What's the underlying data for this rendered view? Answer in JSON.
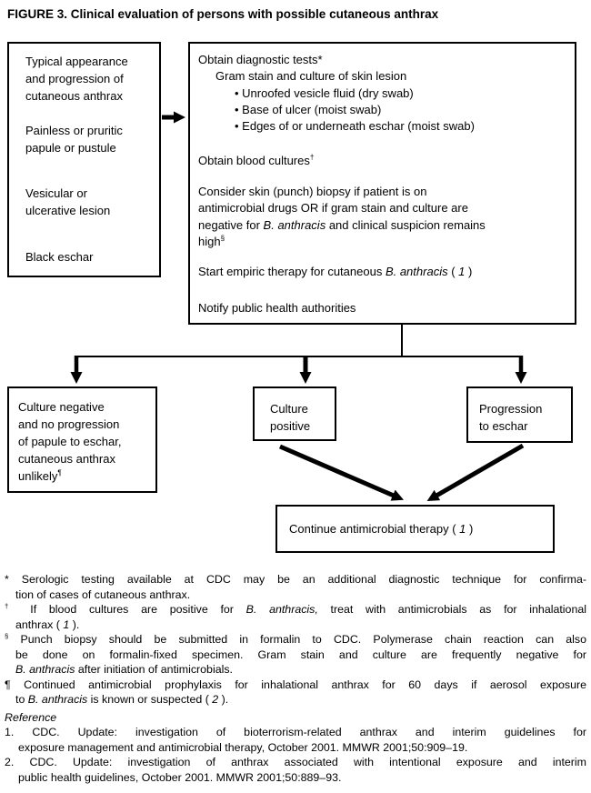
{
  "title": "FIGURE 3. Clinical evaluation of persons with possible cutaneous anthrax",
  "flowchart": {
    "symptom_box": {
      "progression": [
        "Typical appearance",
        "and progression of",
        "cutaneous anthrax"
      ],
      "papule": [
        "Painless or pruritic",
        "papule or pustule"
      ],
      "vesicular": [
        "Vesicular or",
        "ulcerative lesion"
      ],
      "eschar": "Black eschar"
    },
    "action_box": {
      "diagnostic_heading": "Obtain diagnostic tests*",
      "gram_stain": "Gram stain and culture of skin lesion",
      "bullets": [
        "• Unroofed vesicle fluid (dry swab)",
        "• Base of ulcer (moist swab)",
        "• Edges of or underneath eschar (moist swab)"
      ],
      "blood_cultures": [
        {
          "t": "Obtain blood cultures"
        },
        {
          "t": "†",
          "sup": true
        }
      ],
      "biopsy": [
        [
          {
            "t": "Consider skin (punch) biopsy if patient is on"
          }
        ],
        [
          {
            "t": "antimicrobial drugs OR if gram stain and culture are"
          }
        ],
        [
          {
            "t": "negative for "
          },
          {
            "t": "B. anthracis",
            "i": true
          },
          {
            "t": " and clinical suspicion remains"
          }
        ],
        [
          {
            "t": "high"
          },
          {
            "t": "§",
            "sup": true
          }
        ]
      ],
      "empiric": [
        {
          "t": "Start empiric therapy for cutaneous "
        },
        {
          "t": "B. anthracis",
          "i": true
        },
        {
          "t": " ( "
        },
        {
          "t": "1",
          "i": true
        },
        {
          "t": " )"
        }
      ],
      "notify": "Notify public health authorities"
    },
    "outcome_negative": [
      [
        {
          "t": "Culture negative"
        }
      ],
      [
        {
          "t": "and no progression"
        }
      ],
      [
        {
          "t": "of papule to eschar,"
        }
      ],
      [
        {
          "t": "cutaneous anthrax"
        }
      ],
      [
        {
          "t": "unlikely"
        },
        {
          "t": "¶",
          "sup": true
        }
      ]
    ],
    "outcome_positive": [
      "Culture",
      "positive"
    ],
    "outcome_eschar": [
      "Progression",
      "to eschar"
    ],
    "continue_box": [
      {
        "t": "Continue antimicrobial therapy ( "
      },
      {
        "t": "1",
        "i": true
      },
      {
        "t": " )"
      }
    ]
  },
  "footnotes": {
    "f1": [
      [
        {
          "t": "* Serologic testing available at CDC may be an additional diagnostic technique for confirma-"
        }
      ],
      [
        {
          "t": "tion of cases of cutaneous anthrax."
        }
      ]
    ],
    "f2": [
      [
        {
          "t": "†",
          "sup": true
        },
        {
          "t": " If blood cultures are positive for "
        },
        {
          "t": "B. anthracis,",
          "i": true
        },
        {
          "t": " treat with antimicrobials as for inhalational"
        }
      ],
      [
        {
          "t": "anthrax ( "
        },
        {
          "t": "1",
          "i": true
        },
        {
          "t": " )."
        }
      ]
    ],
    "f3": [
      [
        {
          "t": "§",
          "sup": true
        },
        {
          "t": " Punch biopsy should be submitted in formalin to CDC. Polymerase chain reaction can also"
        }
      ],
      [
        {
          "t": "be done on formalin-fixed specimen. Gram stain and culture are frequently negative for"
        }
      ],
      [
        {
          "t": "B. anthracis",
          "i": true
        },
        {
          "t": " after initiation of antimicrobials."
        }
      ]
    ],
    "f4": [
      [
        {
          "t": "¶ Continued antimicrobial prophylaxis for inhalational anthrax for 60 days if aerosol exposure"
        }
      ],
      [
        {
          "t": "to "
        },
        {
          "t": "B. anthracis",
          "i": true
        },
        {
          "t": " is known or suspected ( "
        },
        {
          "t": "2",
          "i": true
        },
        {
          "t": " )."
        }
      ]
    ]
  },
  "reference": {
    "heading": "Reference",
    "r1": [
      [
        {
          "t": "1. CDC. Update: investigation of bioterrorism-related anthrax and interim guidelines for"
        }
      ],
      [
        {
          "t": "exposure management and antimicrobial therapy, October 2001. MMWR 2001;50:909–19."
        }
      ]
    ],
    "r2": [
      [
        {
          "t": "2. CDC. Update: investigation of anthrax associated with intentional exposure and interim"
        }
      ],
      [
        {
          "t": "public health guidelines, October 2001. MMWR 2001;50:889–93."
        }
      ]
    ]
  }
}
